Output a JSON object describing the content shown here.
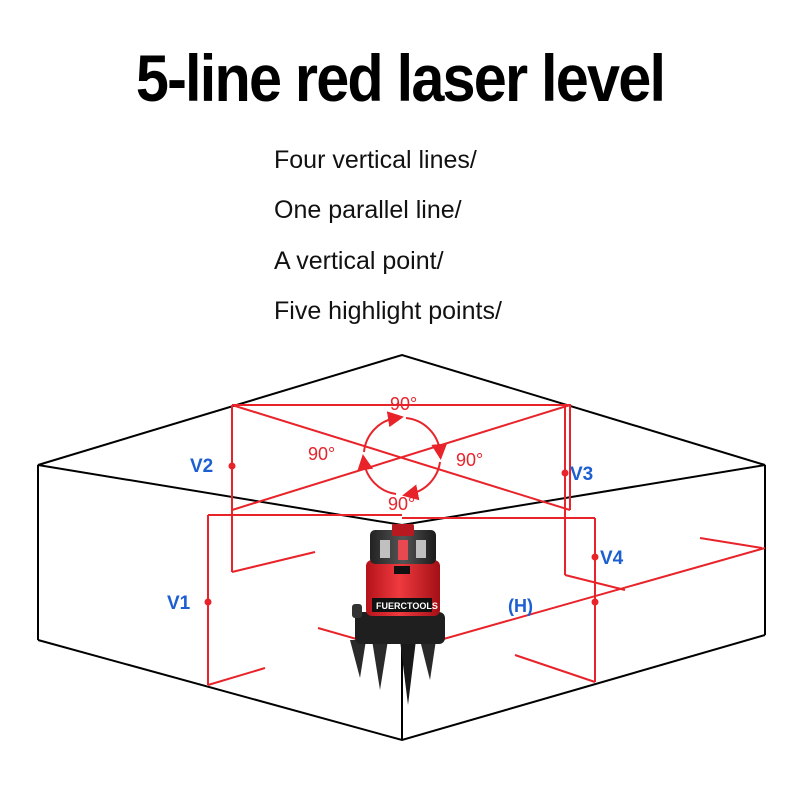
{
  "title": "5-line red laser level",
  "features": [
    "Four vertical lines/",
    "One parallel line/",
    "A vertical point/",
    "Five highlight points/"
  ],
  "labels": {
    "v1": "V1",
    "v2": "V2",
    "v3": "V3",
    "v4": "V4",
    "h": "(H)",
    "angle_top": "90°",
    "angle_left": "90°",
    "angle_right": "90°",
    "angle_bottom": "90°"
  },
  "device": {
    "brand": "FUERCTOOLS"
  },
  "colors": {
    "laser": "#e8232a",
    "label": "#1c5fd1",
    "room": "#000000",
    "device_body": "#d81c24",
    "device_dark": "#1a1a1a"
  }
}
